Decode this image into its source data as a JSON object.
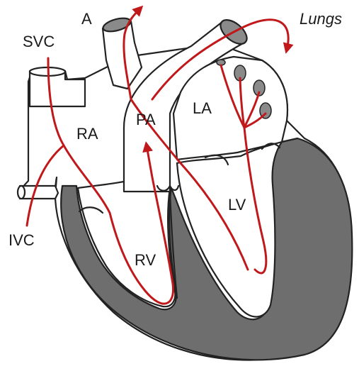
{
  "colors": {
    "blood_flow": "#c0181b",
    "muscle_wall": "#6e6e6e",
    "outline": "#222222",
    "background": "#ffffff",
    "vein_openings": "#8a8a8a"
  },
  "labels": {
    "svc": "SVC",
    "ivc": "IVC",
    "aorta": "A",
    "lungs": "Lungs",
    "pulmonary_artery": "PA",
    "right_atrium": "RA",
    "left_atrium": "LA",
    "right_ventricle": "RV",
    "left_ventricle": "LV"
  }
}
